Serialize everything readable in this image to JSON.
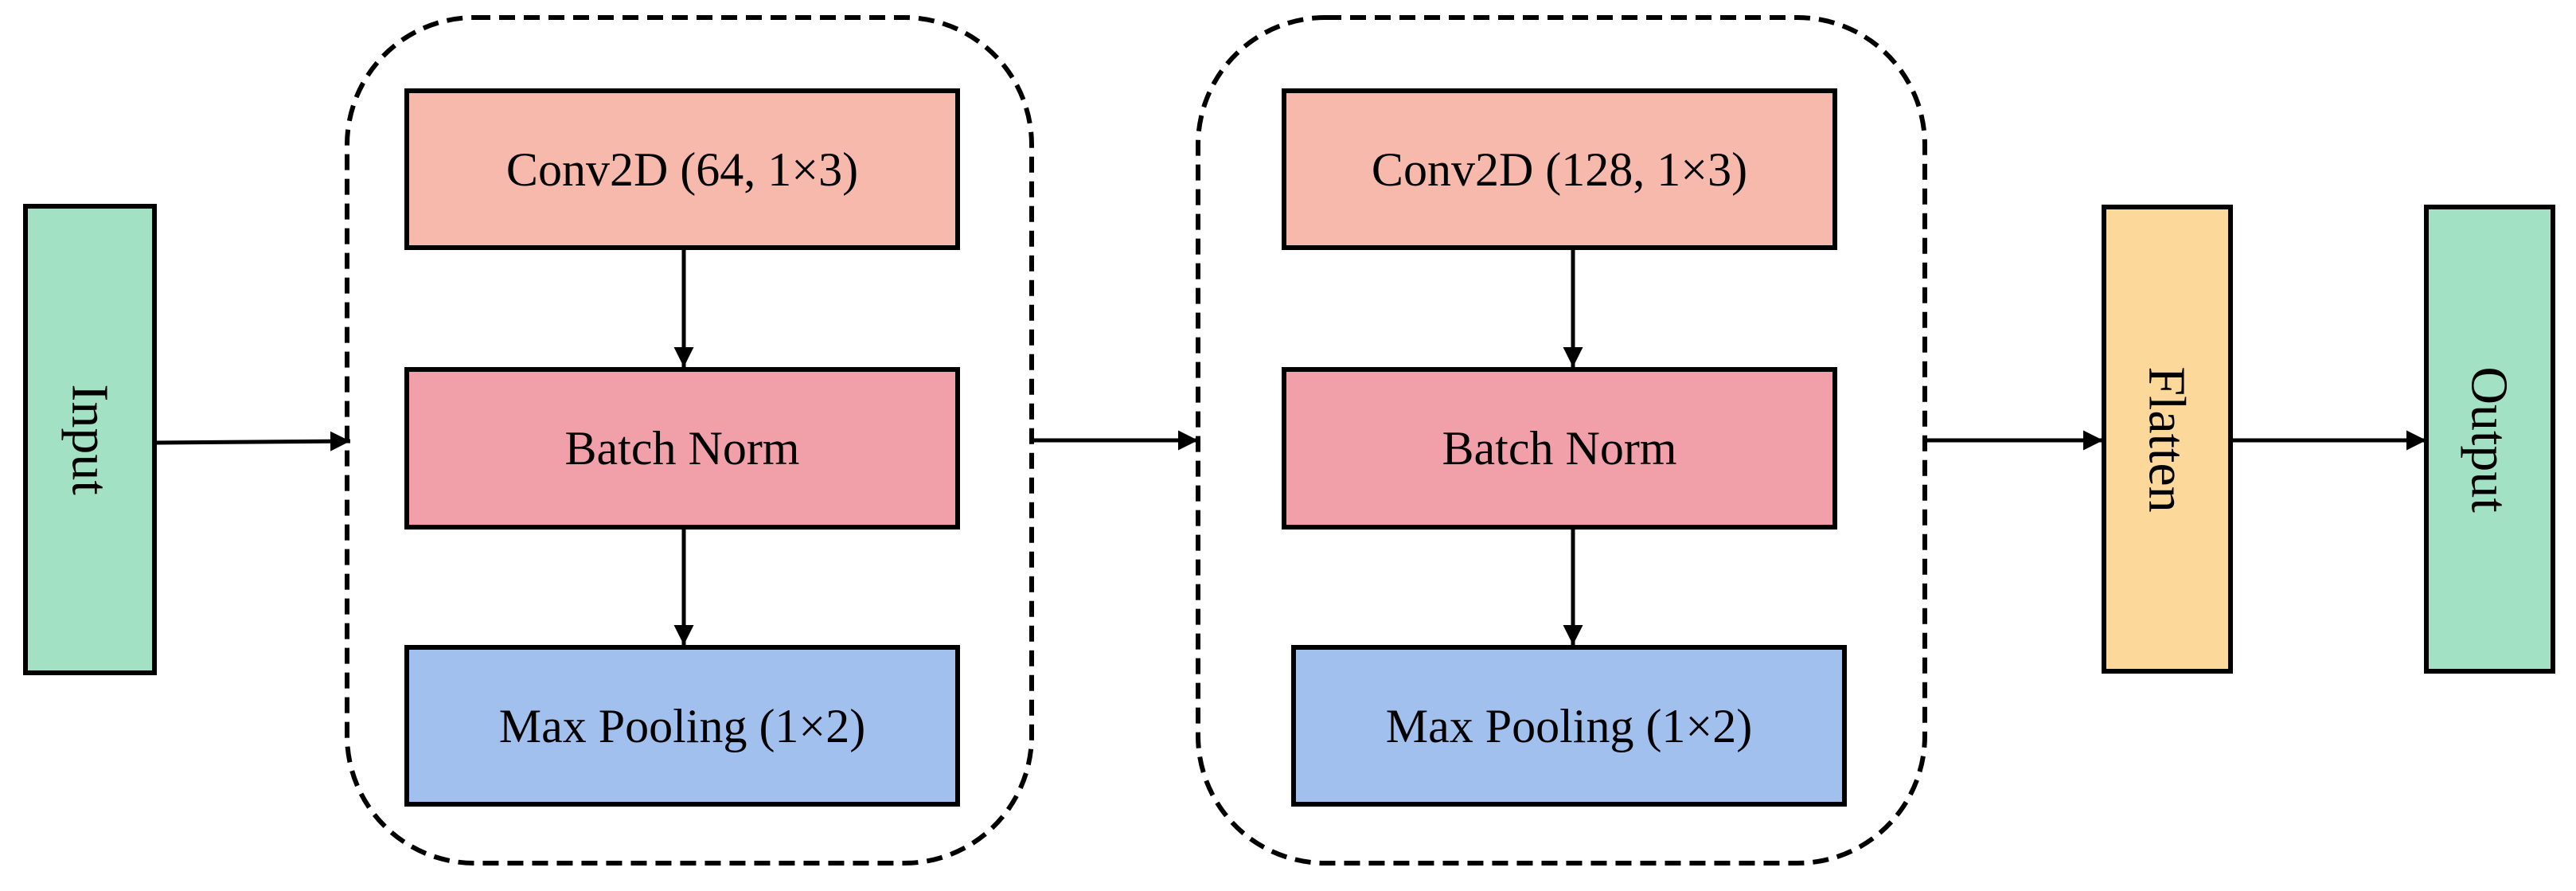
{
  "colors": {
    "io": "#a3e1c4",
    "conv": "#f6b9ab",
    "batch_norm": "#f1a0aa",
    "pooling": "#a1c0ee",
    "flatten": "#fdd89b",
    "outline": "#000000",
    "background": "#ffffff"
  },
  "nodes": {
    "input": {
      "label": "Input",
      "color_key": "io",
      "orientation": "rotated-clockwise"
    },
    "block1": {
      "conv": {
        "label": "Conv2D (64, 1×3)",
        "color_key": "conv"
      },
      "bn": {
        "label": "Batch Norm",
        "color_key": "batch_norm"
      },
      "pool": {
        "label": "Max Pooling (1×2)",
        "color_key": "pooling"
      }
    },
    "block2": {
      "conv": {
        "label": "Conv2D (128, 1×3)",
        "color_key": "conv"
      },
      "bn": {
        "label": "Batch Norm",
        "color_key": "batch_norm"
      },
      "pool": {
        "label": "Max Pooling (1×2)",
        "color_key": "pooling"
      }
    },
    "flatten": {
      "label": "Flatten",
      "color_key": "flatten",
      "orientation": "rotated-clockwise"
    },
    "output": {
      "label": "Output",
      "color_key": "io",
      "orientation": "rotated-clockwise"
    }
  },
  "edges": [
    {
      "from": "input",
      "to": "block1"
    },
    {
      "from": "block1.conv",
      "to": "block1.bn"
    },
    {
      "from": "block1.bn",
      "to": "block1.pool"
    },
    {
      "from": "block1",
      "to": "block2"
    },
    {
      "from": "block2.conv",
      "to": "block2.bn"
    },
    {
      "from": "block2.bn",
      "to": "block2.pool"
    },
    {
      "from": "block2",
      "to": "flatten"
    },
    {
      "from": "flatten",
      "to": "output"
    }
  ]
}
